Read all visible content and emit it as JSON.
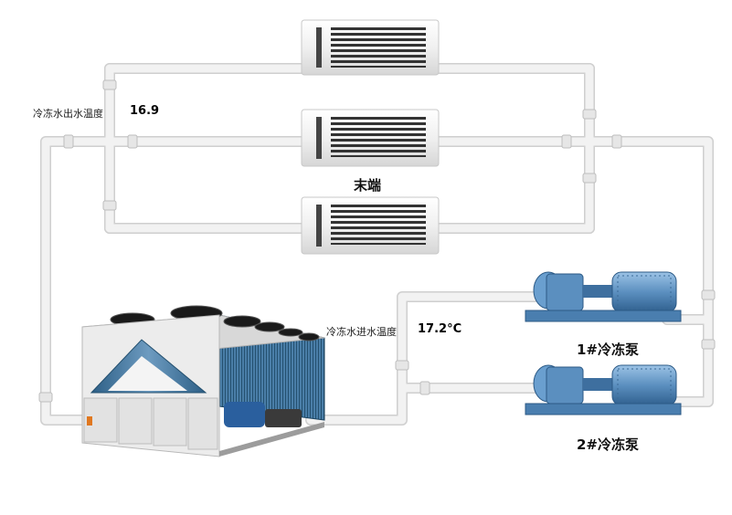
{
  "labels": {
    "outlet_temp_label": "冷冻水出水温度",
    "outlet_temp_value": "16.9",
    "inlet_temp_label": "冷冻水进水温度",
    "inlet_temp_value": "17.2°C",
    "terminal_label": "末端",
    "pump1_label": "1#冷冻泵",
    "pump2_label": "2#冷冻泵"
  },
  "colors": {
    "pipe": "#eeeeee",
    "pipe_edge": "#cfcfcf",
    "pump_blue": "#5b8fbf",
    "chiller_coil": "#3a6f9a"
  }
}
